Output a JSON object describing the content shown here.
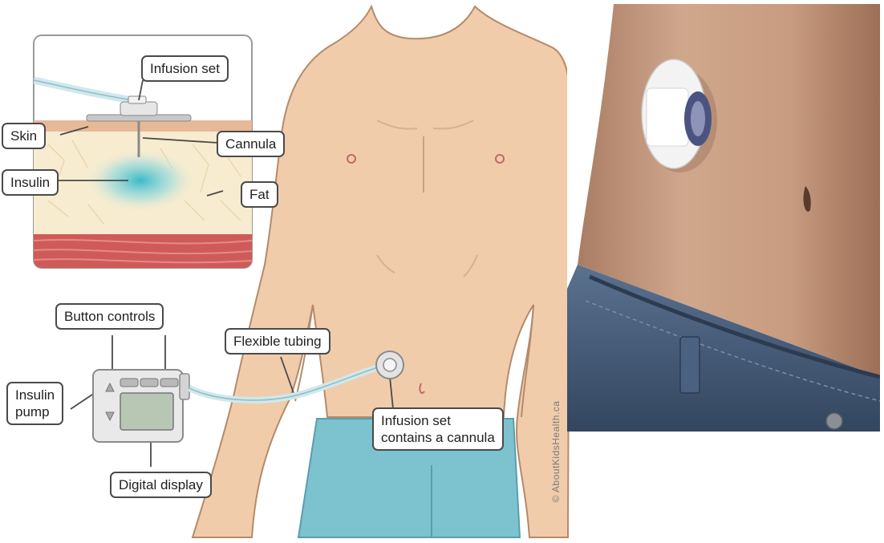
{
  "labels": {
    "infusion_set": "Infusion set",
    "skin": "Skin",
    "cannula": "Cannula",
    "insulin": "Insulin",
    "fat": "Fat",
    "button_controls": "Button controls",
    "flexible_tubing": "Flexible tubing",
    "insulin_pump_line1": "Insulin",
    "insulin_pump_line2": "pump",
    "digital_display": "Digital display",
    "infusion_set_cannula_line1": "Infusion set",
    "infusion_set_cannula_line2": "contains a cannula"
  },
  "credit": "© AboutKidsHealth.ca",
  "colors": {
    "skin": "#f1ccab",
    "skin_outline": "#b58a6a",
    "pants": "#7cc2cf",
    "fat": "#f7ecd0",
    "muscle": "#cf5b58",
    "insulin": "#5cc6d1",
    "tubing": "#cfe8ec",
    "photo_skin": "#c99e83",
    "jeans": "#3d5370"
  }
}
